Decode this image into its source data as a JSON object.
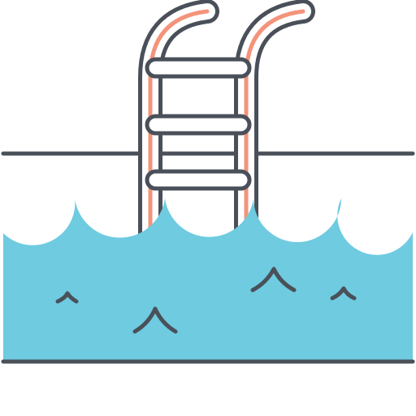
{
  "illustration": {
    "icon": "swimming-pool-ladder-icon",
    "colors": {
      "outline": "#4a5059",
      "water": "#6ecbe0",
      "rail_stripe": "#f4937a",
      "background": "#ffffff"
    },
    "ladder": {
      "rail_count": 2,
      "step_count": 3
    },
    "water": {
      "wave_crest_count": 5,
      "ripple_mark_count": 4
    }
  }
}
